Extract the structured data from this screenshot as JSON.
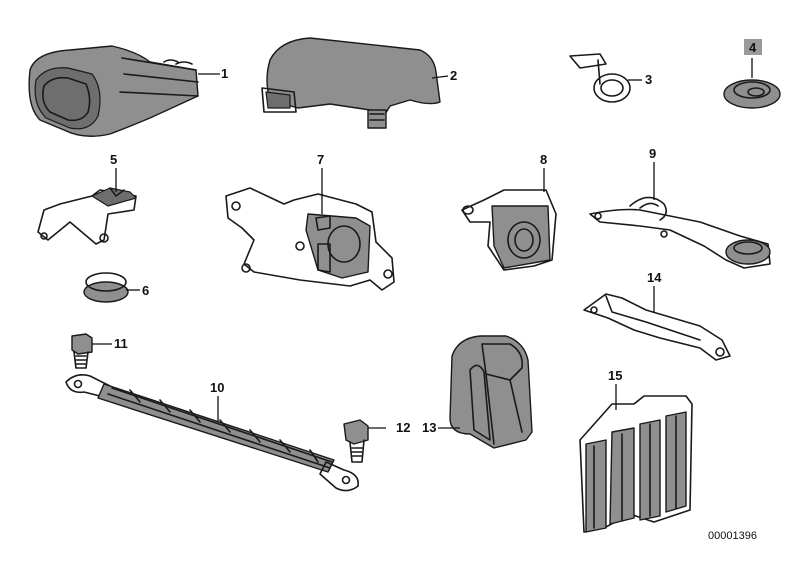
{
  "diagram": {
    "reference_code": "00001396",
    "parts": [
      {
        "number": "1"
      },
      {
        "number": "2"
      },
      {
        "number": "3"
      },
      {
        "number": "4"
      },
      {
        "number": "5"
      },
      {
        "number": "6"
      },
      {
        "number": "7"
      },
      {
        "number": "8"
      },
      {
        "number": "9"
      },
      {
        "number": "10"
      },
      {
        "number": "11"
      },
      {
        "number": "12"
      },
      {
        "number": "13"
      },
      {
        "number": "14"
      },
      {
        "number": "15"
      }
    ]
  }
}
